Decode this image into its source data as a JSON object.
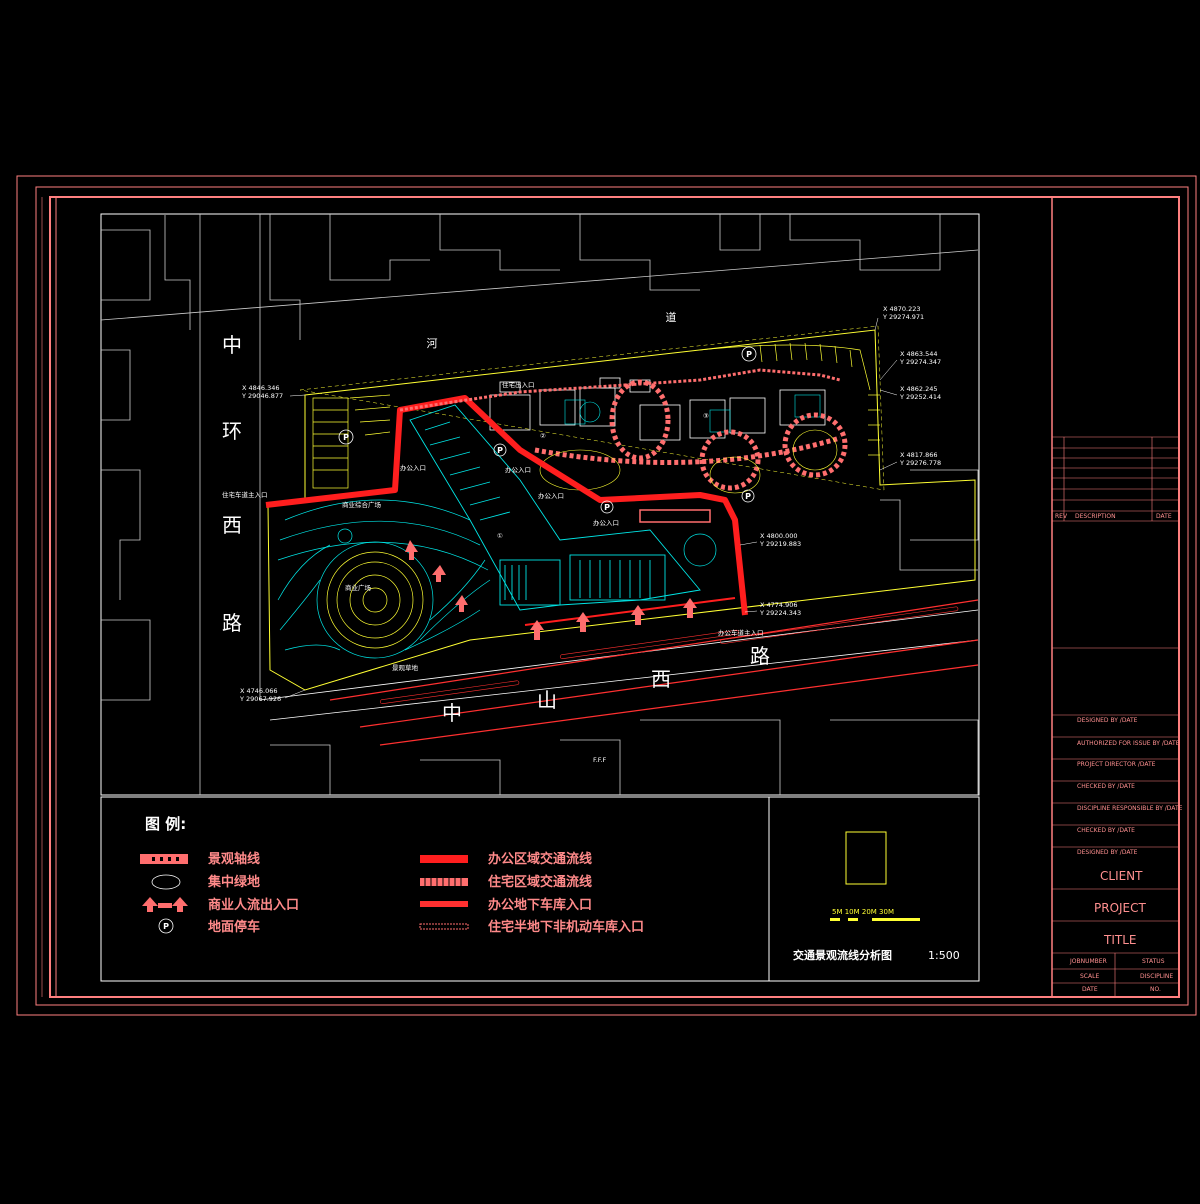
{
  "map": {
    "road_west": [
      "中",
      "环",
      "西",
      "路"
    ],
    "road_south": [
      "中",
      "山",
      "西",
      "路"
    ],
    "river": [
      "河",
      "道"
    ],
    "labels": {
      "res_sub_entry": "住宅出入口",
      "res_main_entry": "住宅车道主入口",
      "office_entry_1": "办公入口",
      "office_entry_2": "办公入口",
      "office_entry_3": "办公入口",
      "office_entry_4": "办公入口",
      "office_garage_main": "办公车道主入口",
      "landscape_node": "商业综合广场",
      "plaza_label": "商业广场",
      "green_square": "景观草地",
      "bldg_1": "①",
      "bldg_2": "②",
      "bldg_3": "③",
      "fff": "F.F.F"
    },
    "coords": [
      {
        "x": "X 4870.223",
        "y": "Y 29274.971"
      },
      {
        "x": "X 4863.544",
        "y": "Y 29274.347"
      },
      {
        "x": "X 4862.245",
        "y": "Y 29252.414"
      },
      {
        "x": "X 4817.866",
        "y": "Y 29276.778"
      },
      {
        "x": "X 4800.000",
        "y": "Y 29219.883"
      },
      {
        "x": "X 4774.906",
        "y": "Y 29224.343"
      },
      {
        "x": "X 4846.346",
        "y": "Y 29046.877"
      },
      {
        "x": "X 4746.066",
        "y": "Y 29067.926"
      }
    ]
  },
  "legend": {
    "title": "图 例:",
    "items_left": [
      "景观轴线",
      "集中绿地",
      "商业人流出入口",
      "地面停车"
    ],
    "items_right": [
      "办公区域交通流线",
      "住宅区域交通流线",
      "办公地下车库入口",
      "住宅半地下非机动车库入口"
    ]
  },
  "scale": {
    "bar_label": "5M 10M  20M   30M",
    "drawing_title": "交通景观流线分析图",
    "ratio": "1:500"
  },
  "title_block": {
    "client": "CLIENT",
    "project": "PROJECT",
    "title": "TITLE",
    "jobnumber": "JOBNUMBER",
    "status": "STATUS",
    "scale": "SCALE",
    "discipline": "DISCIPLINE",
    "date": "DATE",
    "no": "NO.",
    "rows": [
      "DESIGNED BY /DATE",
      "AUTHORIZED FOR ISSUE BY /DATE",
      "PROJECT DIRECTOR /DATE",
      "CHECKED BY /DATE",
      "DISCIPLINE RESPONSIBLE BY /DATE",
      "CHECKED BY /DATE",
      "DESIGNED BY /DATE"
    ],
    "rev_header": [
      "REV",
      "DESCRIPTION",
      "DATE"
    ]
  },
  "colors": {
    "frame": "#ff8080",
    "route_red": "#ff1e1e",
    "residential": "#ff6e6e",
    "cyan": "#00e5e5",
    "yellow": "#ffff33"
  }
}
